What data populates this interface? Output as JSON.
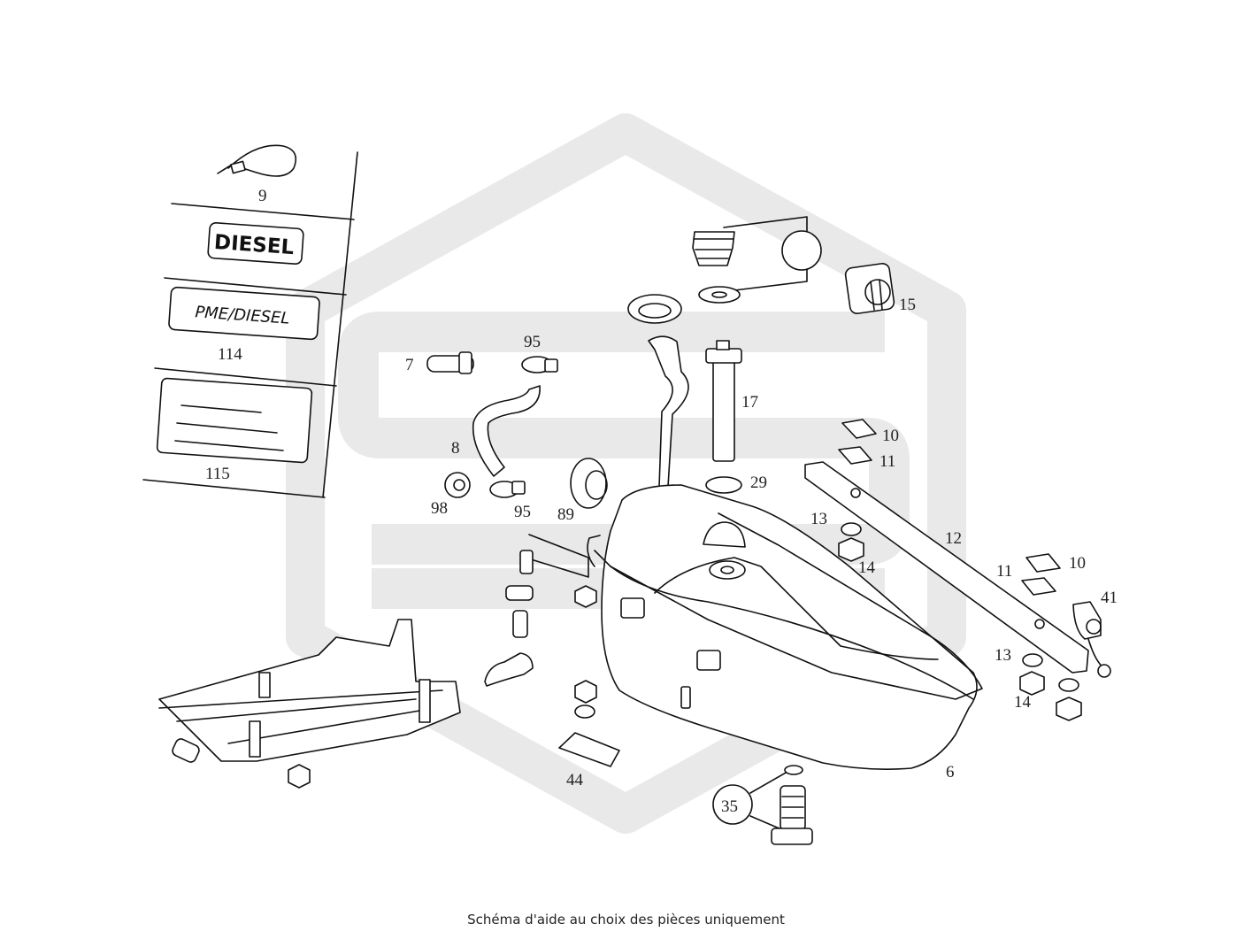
{
  "diagram": {
    "labels": {
      "p9": "9",
      "p114": "114",
      "p115": "115",
      "p7": "7",
      "p95a": "95",
      "p8": "8",
      "p98": "98",
      "p95b": "95",
      "p89": "89",
      "p17": "17",
      "p29": "29",
      "p15": "15",
      "p10a": "10",
      "p11a": "11",
      "p13a": "13",
      "p14a": "14",
      "p12": "12",
      "p11b": "11",
      "p10b": "10",
      "p41": "41",
      "p13b": "13",
      "p14b": "14",
      "p6": "6",
      "p44": "44",
      "p35": "35"
    },
    "decal_diesel": "DIESEL",
    "decal_pme": "PME/DIESEL"
  },
  "caption": "Schéma d'aide au choix des pièces uniquement",
  "colors": {
    "watermark": "#e9e9e9",
    "line": "#111111"
  }
}
